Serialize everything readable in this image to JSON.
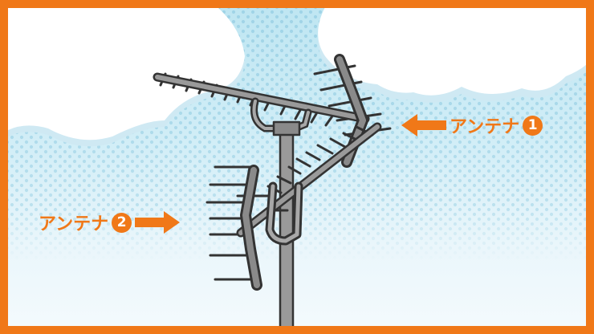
{
  "labels": {
    "antenna_1": {
      "text": "アンテナ",
      "number": "1"
    },
    "antenna_2": {
      "text": "アンテナ",
      "number": "2"
    }
  },
  "colors": {
    "frame": "#f07818",
    "accent": "#f07818",
    "sky": "#bfe6f2",
    "dots": "#9fd3e6",
    "cloud": "#ffffff",
    "antenna_outline": "#333333",
    "antenna_fill": "#9a9a9a"
  },
  "icons": [
    "arrow-left-icon",
    "arrow-right-icon",
    "number-badge-icon"
  ]
}
